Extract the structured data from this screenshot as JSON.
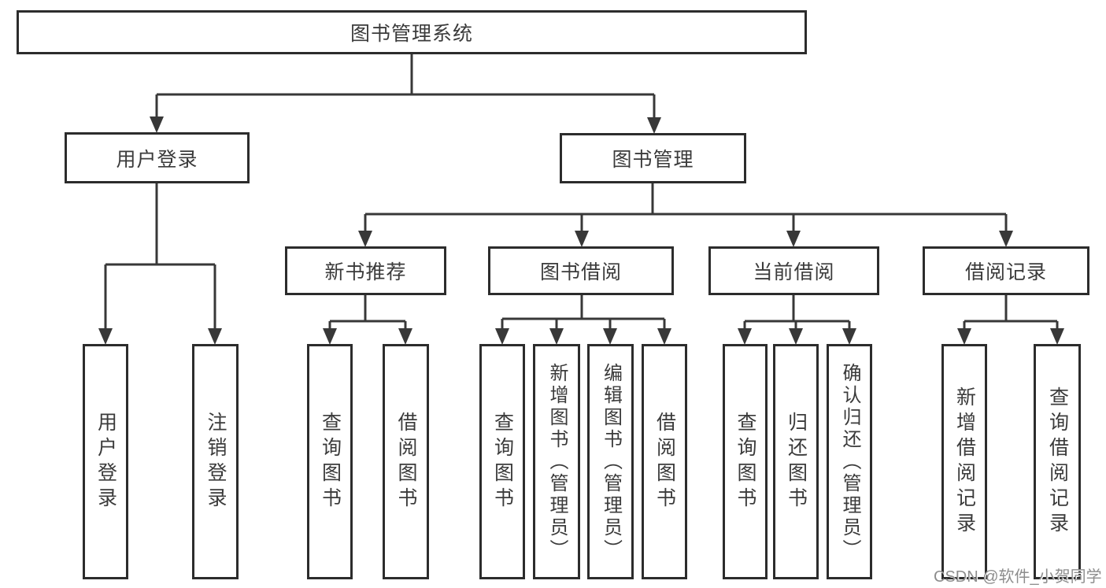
{
  "tree": {
    "label": "图书管理系统",
    "children": [
      {
        "label": "用户登录",
        "children": [
          {
            "label": "用户登录"
          },
          {
            "label": "注销登录"
          }
        ]
      },
      {
        "label": "图书管理",
        "children": [
          {
            "label": "新书推荐",
            "children": [
              {
                "label": "查询图书"
              },
              {
                "label": "借阅图书"
              }
            ]
          },
          {
            "label": "图书借阅",
            "children": [
              {
                "label": "查询图书"
              },
              {
                "label": "新增图书（管理员）"
              },
              {
                "label": "编辑图书（管理员）"
              },
              {
                "label": "借阅图书"
              }
            ]
          },
          {
            "label": "当前借阅",
            "children": [
              {
                "label": "查询图书"
              },
              {
                "label": "归还图书"
              },
              {
                "label": "确认归还（管理员）"
              }
            ]
          },
          {
            "label": "借阅记录",
            "children": [
              {
                "label": "新增借阅记录"
              },
              {
                "label": "查询借阅记录"
              }
            ]
          }
        ]
      }
    ]
  },
  "watermark": {
    "text": "CSDN @软件_小贺同学"
  },
  "colors": {
    "line": "#383838",
    "box_border": "#2c2c2c",
    "text": "#3b3b3b",
    "watermark": "#8d8d8d",
    "background": "#ffffff"
  }
}
